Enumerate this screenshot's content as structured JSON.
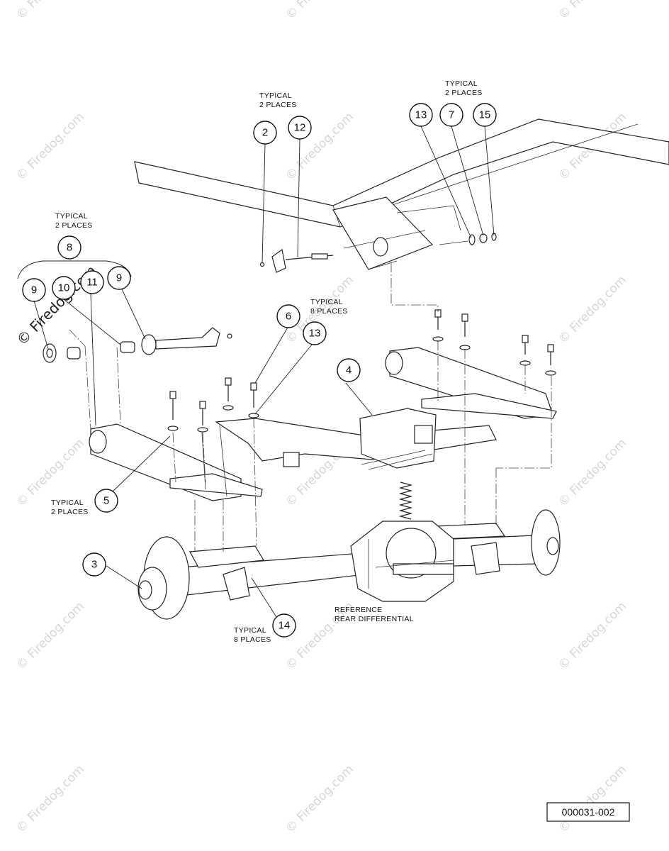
{
  "diagram": {
    "reference_number": "000031-002",
    "callouts": [
      {
        "id": "2",
        "label": "2"
      },
      {
        "id": "12",
        "label": "12"
      },
      {
        "id": "13a",
        "label": "13"
      },
      {
        "id": "7",
        "label": "7"
      },
      {
        "id": "15",
        "label": "15"
      },
      {
        "id": "8",
        "label": "8"
      },
      {
        "id": "9a",
        "label": "9"
      },
      {
        "id": "10",
        "label": "10"
      },
      {
        "id": "11",
        "label": "11"
      },
      {
        "id": "9b",
        "label": "9"
      },
      {
        "id": "6",
        "label": "6"
      },
      {
        "id": "13b",
        "label": "13"
      },
      {
        "id": "4",
        "label": "4"
      },
      {
        "id": "5",
        "label": "5"
      },
      {
        "id": "3",
        "label": "3"
      },
      {
        "id": "14",
        "label": "14"
      }
    ],
    "notes": {
      "typical_2_top_line1": "TYPICAL",
      "typical_2_top_line2": "2 PLACES",
      "typical_2_right_line1": "TYPICAL",
      "typical_2_right_line2": "2 PLACES",
      "typical_2_left_line1": "TYPICAL",
      "typical_2_left_line2": "2 PLACES",
      "typical_8_mid_line1": "TYPICAL",
      "typical_8_mid_line2": "8 PLACES",
      "typical_2_bottom_line1": "TYPICAL",
      "typical_2_bottom_line2": "2 PLACES",
      "typical_8_bottom_line1": "TYPICAL",
      "typical_8_bottom_line2": "8 PLACES",
      "reference_line1": "REFERENCE",
      "reference_line2": "REAR DIFFERENTIAL"
    },
    "watermark_text": "© Firedog.com",
    "line_color": "#222222",
    "watermark_color": "#d6d6d6"
  }
}
